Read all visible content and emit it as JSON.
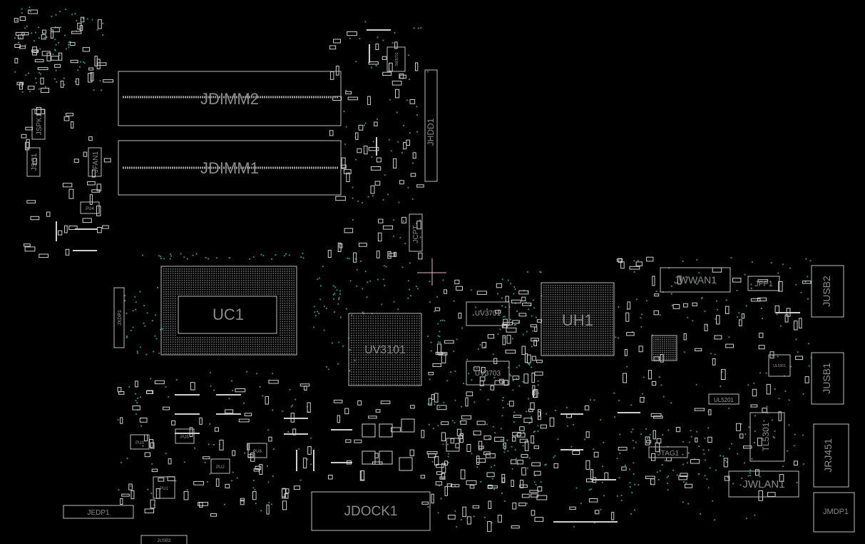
{
  "board": {
    "background": "#000000",
    "outline_color": "#bdbdbd",
    "via_color": "#2e8b86"
  },
  "components": {
    "jdimm2": "JDIMM2",
    "jdimm1": "JDIMM1",
    "uc1": "UC1",
    "uv3101": "UV3101",
    "uv3701": "UV3701",
    "uv3703": "UV3703",
    "uh1": "UH1",
    "jwwan1": "JWWAN1",
    "jfp1": "JFP1",
    "jusb2": "JUSB2",
    "jusb1": "JUSB1",
    "tl5301": "TL5301",
    "jrj451": "JRJ451",
    "jwlan1": "JWLAN1",
    "jmdp1": "JMDP1",
    "jdock1": "JDOCK1",
    "jedp1": "JEDP1",
    "jtag1": "JTAG1",
    "ul5201": "UL5201",
    "jhdd1": "JHDD1",
    "jcpt": "JCPT",
    "jspk1": "JSPK1",
    "jsc1": "JSC1",
    "jfan1": "JFAN1",
    "jxdp1": "JXDP1",
    "jusb3": "JUSB3",
    "pu4": "PU4",
    "pu1": "PU1",
    "pu2": "PU2",
    "pu3": "PU3",
    "pu5": "PU5",
    "pu6": "PU6",
    "ul5301": "UL5301",
    "sw": "SW8701"
  }
}
